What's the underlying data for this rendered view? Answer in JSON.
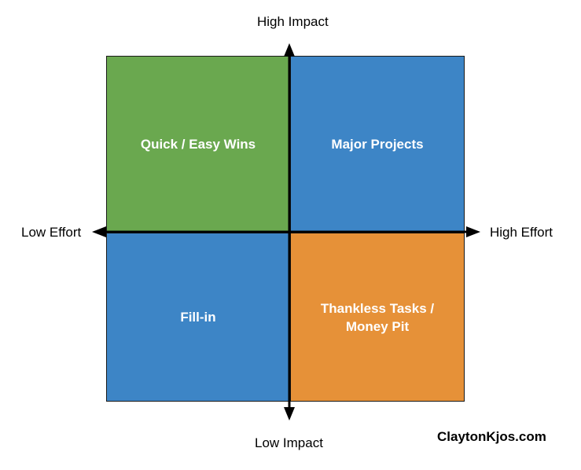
{
  "quadrants": {
    "top_left": {
      "label": "Quick / Easy Wins",
      "color": "#6aa84f"
    },
    "top_right": {
      "label": "Major Projects",
      "color": "#3d85c6"
    },
    "bottom_left": {
      "label": "Fill-in",
      "color": "#3d85c6"
    },
    "bottom_right": {
      "label": "Thankless Tasks /\nMoney Pit",
      "color": "#e69138"
    }
  },
  "axes": {
    "top": "High Impact",
    "bottom": "Low Impact",
    "left": "Low Effort",
    "right": "High Effort"
  },
  "credit": "ClaytonKjos.com"
}
